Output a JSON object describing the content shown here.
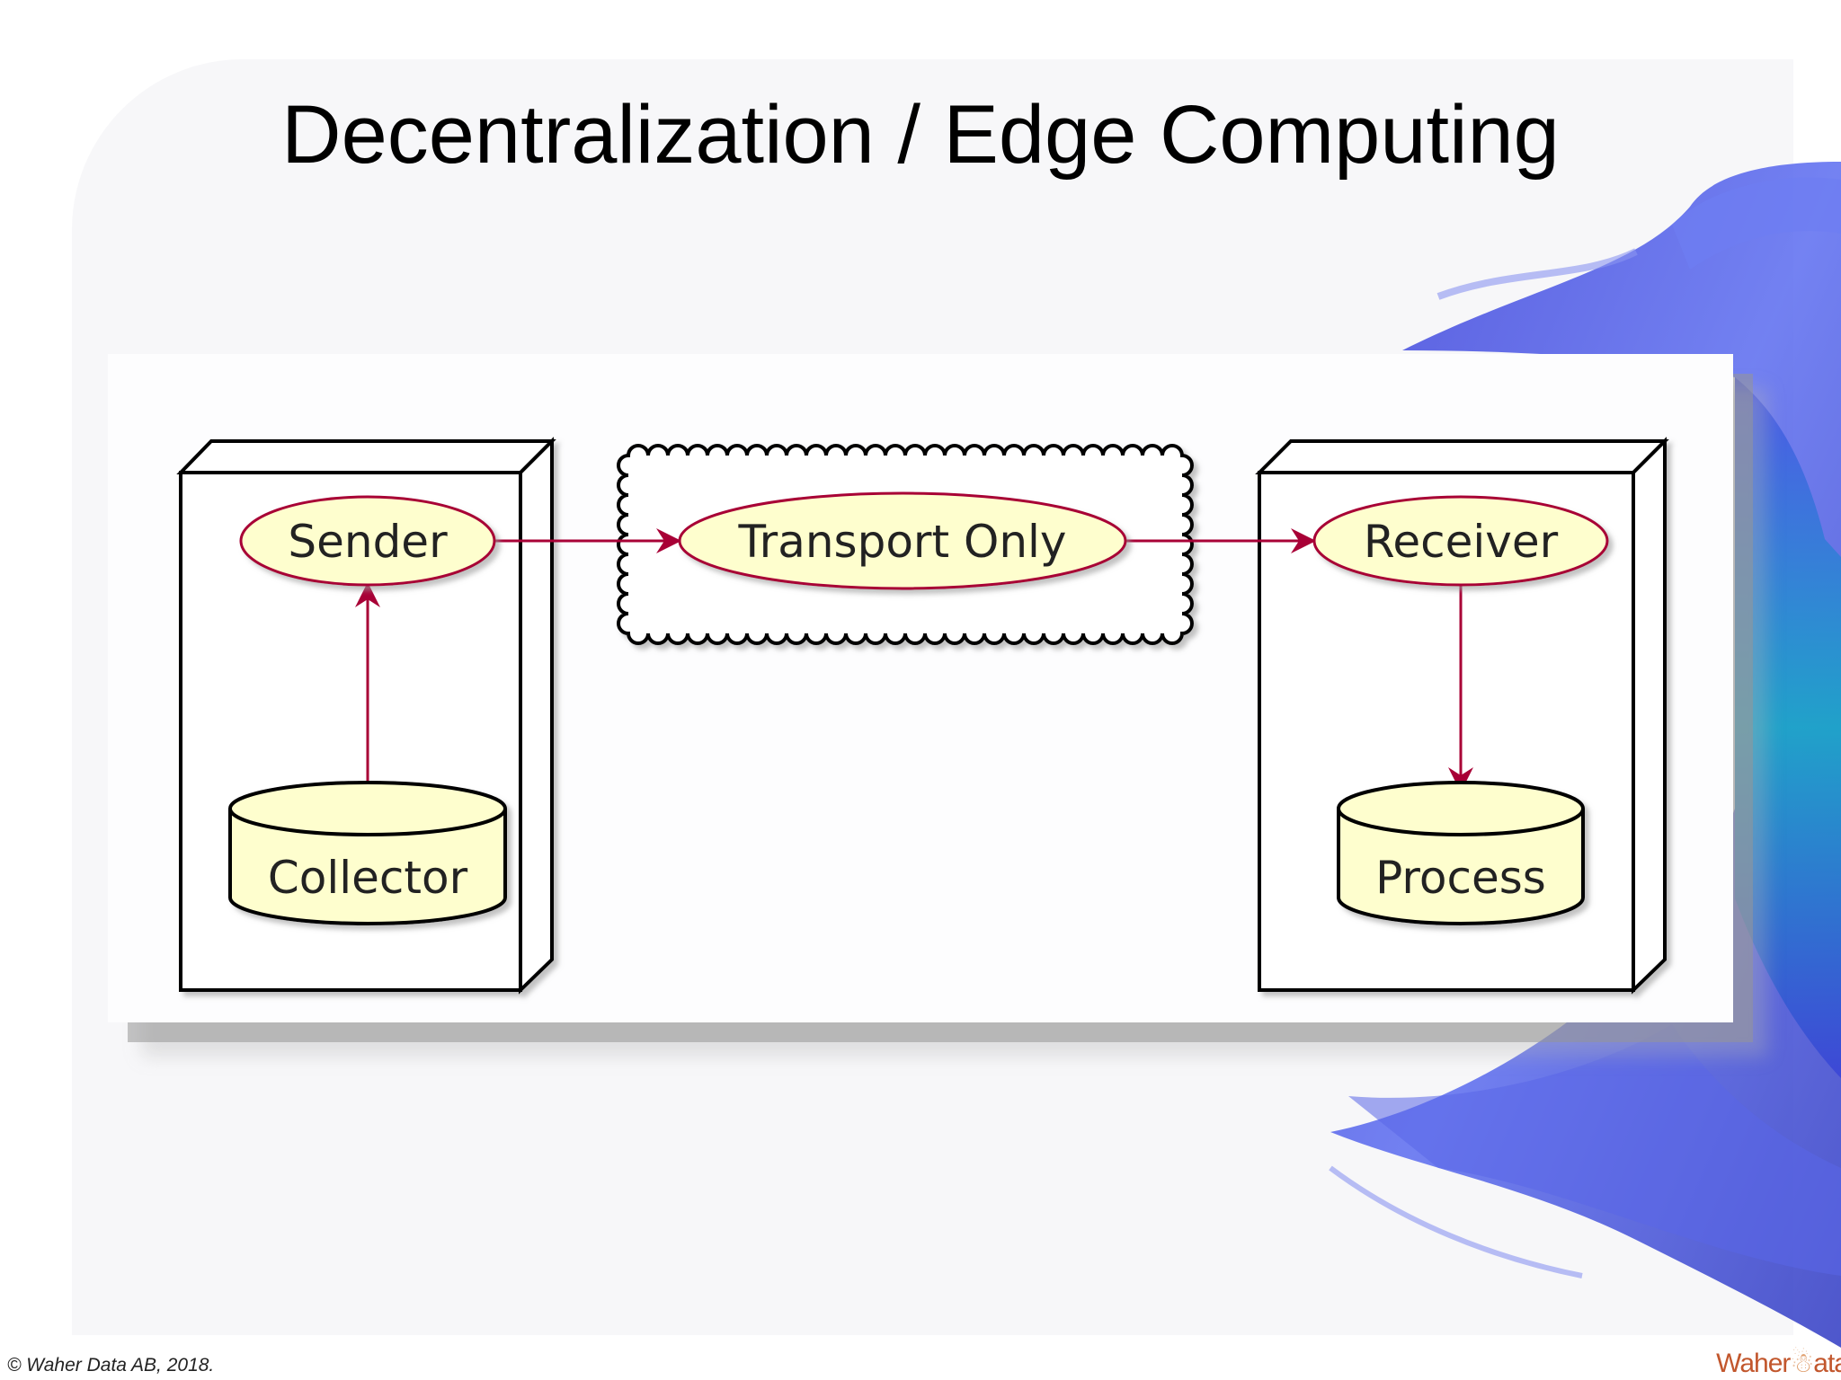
{
  "slide": {
    "title": "Decentralization / Edge Computing",
    "footer_copyright": "© Waher Data AB, 2018.",
    "logo_text_a": "Waher",
    "logo_mark": "☃",
    "logo_text_b": "ata"
  },
  "diagram": {
    "nodes": [
      {
        "id": "sender",
        "label": "Sender",
        "shape": "ellipse"
      },
      {
        "id": "transport",
        "label": "Transport Only",
        "shape": "ellipse"
      },
      {
        "id": "receiver",
        "label": "Receiver",
        "shape": "ellipse"
      },
      {
        "id": "collector",
        "label": "Collector",
        "shape": "database"
      },
      {
        "id": "process",
        "label": "Process",
        "shape": "database"
      }
    ],
    "edges": [
      {
        "from": "collector",
        "to": "sender"
      },
      {
        "from": "sender",
        "to": "transport"
      },
      {
        "from": "transport",
        "to": "receiver"
      },
      {
        "from": "receiver",
        "to": "process"
      }
    ],
    "colors": {
      "node_fill": "#fefece",
      "node_border": "#a80036",
      "arrow": "#a80036",
      "box_border": "#000000"
    }
  }
}
